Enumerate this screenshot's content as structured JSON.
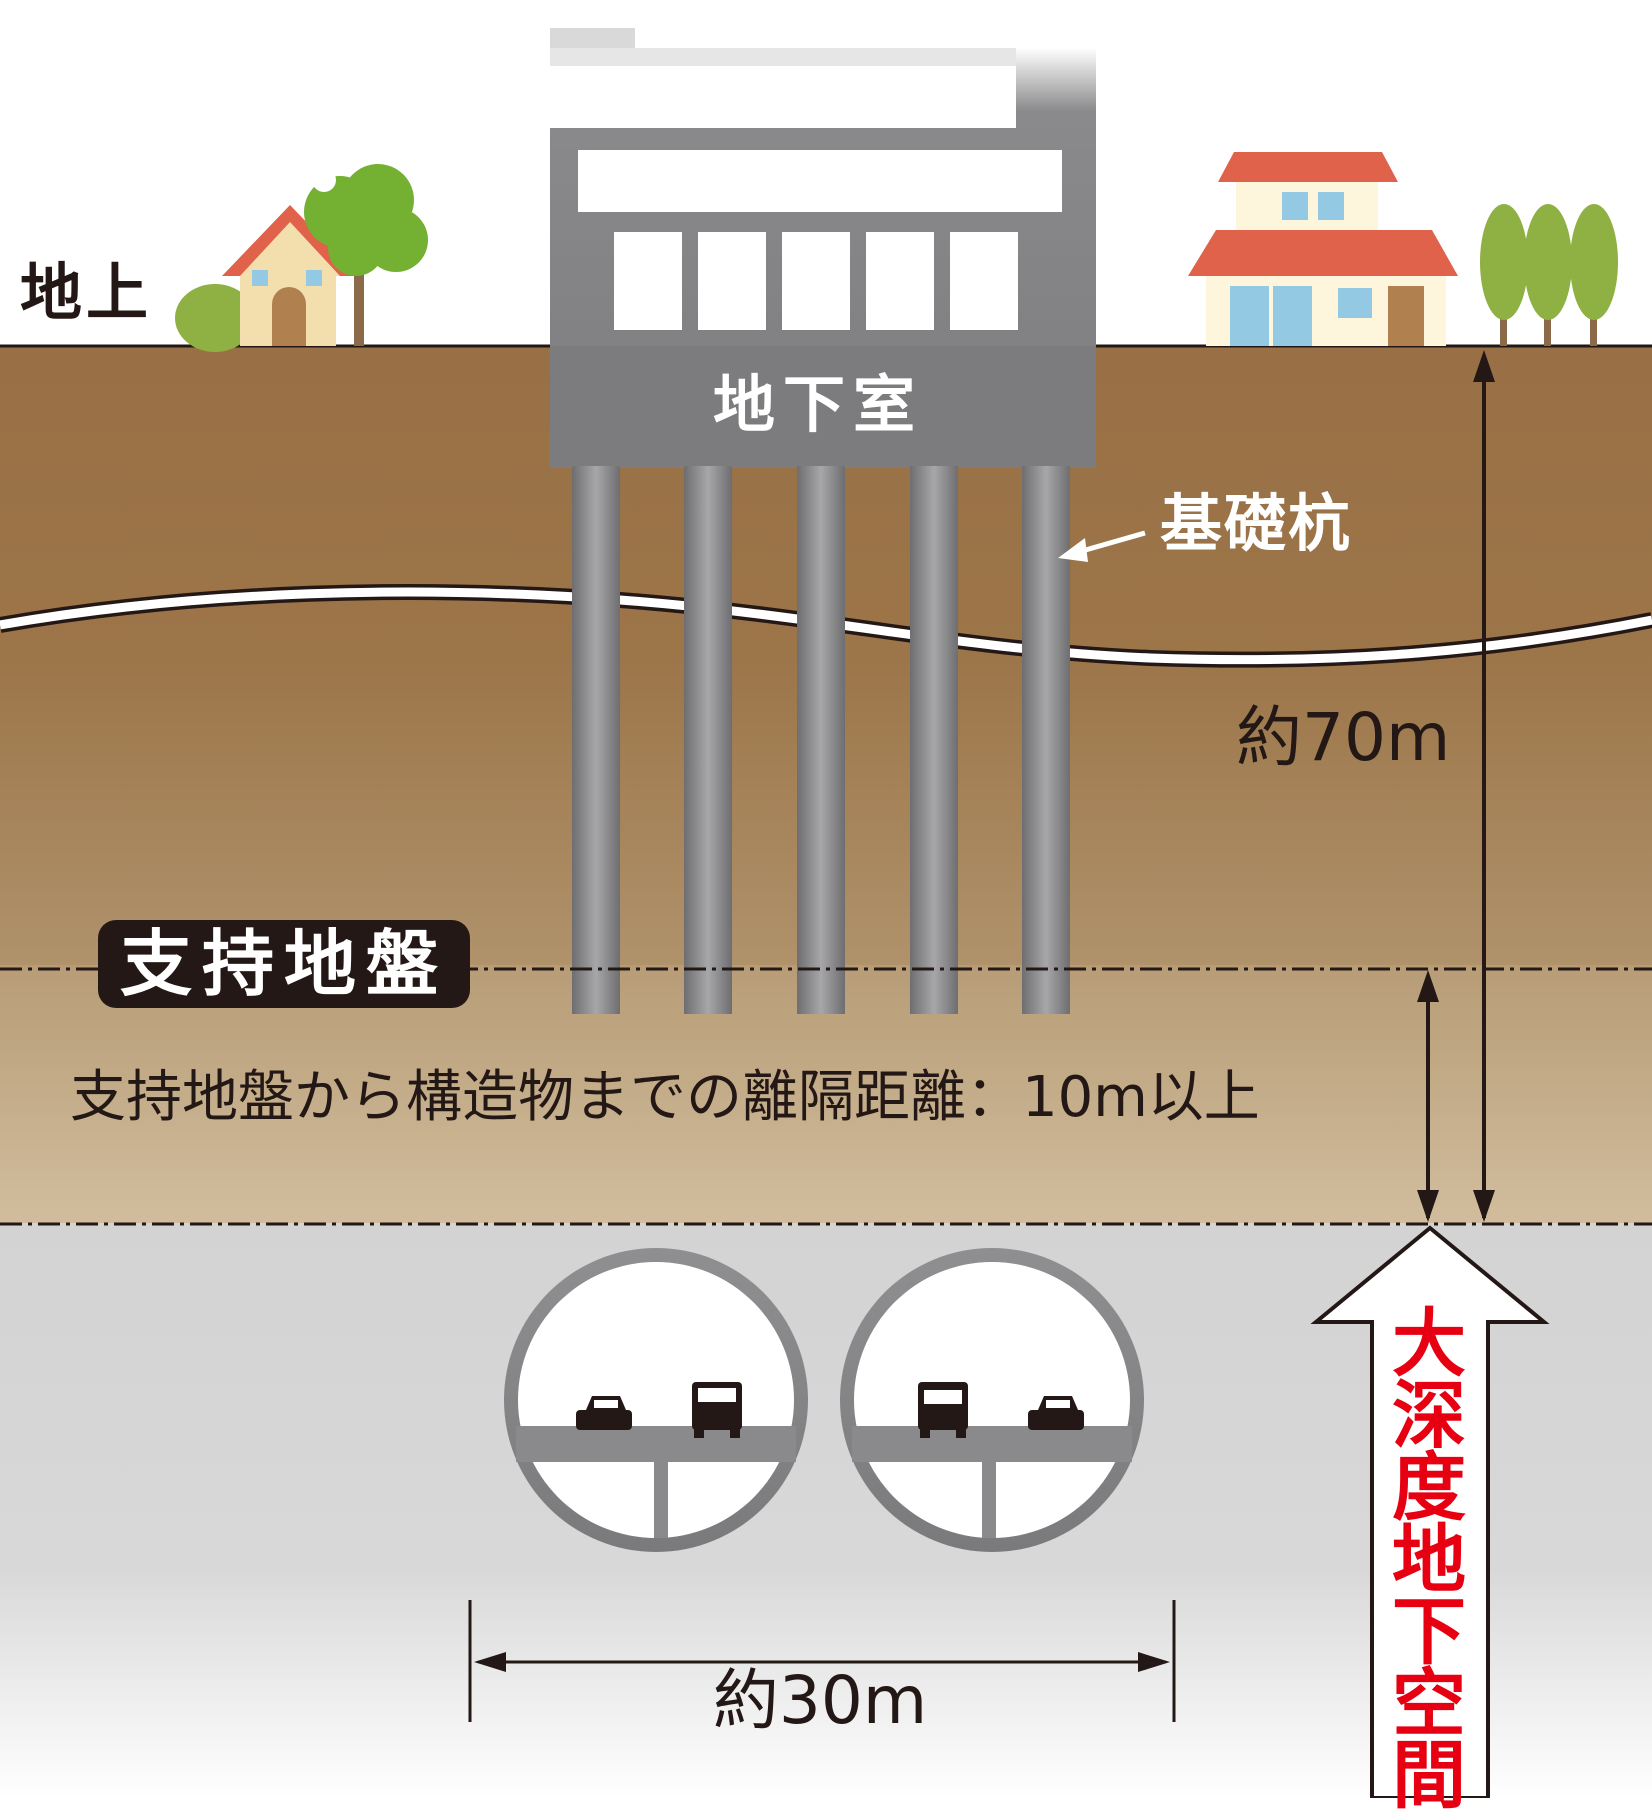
{
  "labels": {
    "ground": "地上",
    "basement": "地下室",
    "piles": "基礎杭",
    "depth_total": "約70m",
    "bearing_layer": "支持地盤",
    "separation": "支持地盤から構造物までの離隔距離：10m以上",
    "tunnel_width": "約30m",
    "deep_underground": "大深度地下空間"
  },
  "colors": {
    "soil_upper": "#9a7448",
    "bearing_layer": "#c7b08c",
    "deep_space": "#d6d6d6",
    "building": "#7f7f81",
    "accent_red": "#e60012",
    "text_dark": "#231815"
  }
}
